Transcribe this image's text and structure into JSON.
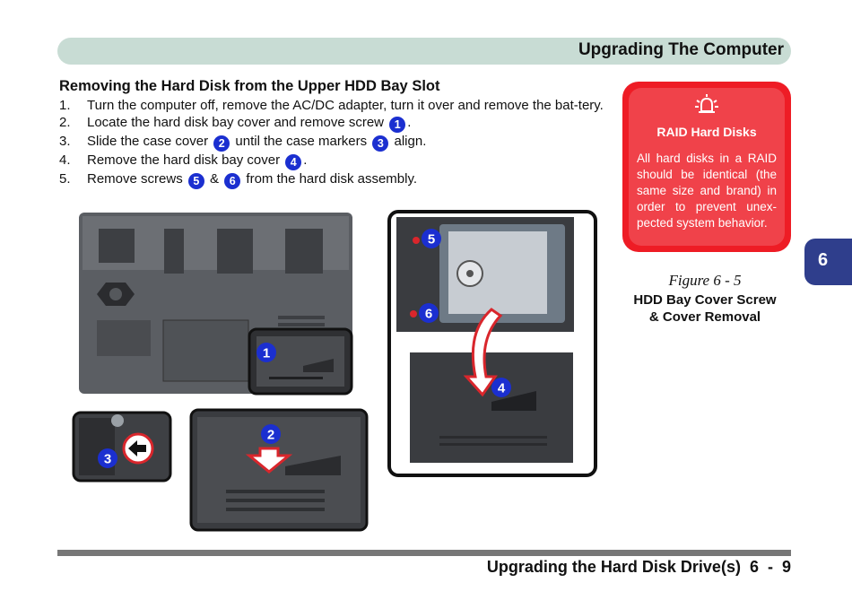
{
  "header": {
    "title": "Upgrading The Computer"
  },
  "section": {
    "title": "Removing the Hard Disk from the Upper HDD Bay Slot"
  },
  "steps": [
    {
      "num": "1.",
      "pre": "Turn the computer off, remove the AC/DC adapter, turn it over and remove the bat-tery."
    },
    {
      "num": "2.",
      "pre": "Locate the hard disk bay cover and remove screw",
      "b1": "1",
      "post": "."
    },
    {
      "num": "3.",
      "pre": "Slide the case cover",
      "b1": "2",
      "mid": "until the case markers",
      "b2": "3",
      "post": "align."
    },
    {
      "num": "4.",
      "pre": "Remove the hard disk bay cover",
      "b1": "4",
      "post": "."
    },
    {
      "num": "5.",
      "pre": "Remove screws",
      "b1": "5",
      "mid": "&",
      "b2": "6",
      "post": "from the hard disk assembly."
    }
  ],
  "note": {
    "icon": "alarm-bell-icon",
    "title": "RAID Hard Disks",
    "body": "All hard disks in a RAID should be identical (the same size and brand) in order to prevent unex-pected system behavior."
  },
  "figure": {
    "label": "Figure 6 - 5",
    "description": "HDD Bay Cover Screw & Cover Removal",
    "callouts": [
      "1",
      "2",
      "3",
      "4",
      "5",
      "6"
    ]
  },
  "chapter_tab": "6",
  "footer": {
    "text": "Upgrading the Hard Disk Drive(s)",
    "page": "6  -  9"
  },
  "colors": {
    "note_red": "#ee1c25",
    "badge_blue": "#1b2fd0",
    "tab_blue": "#2f3e8c",
    "header_green": "#c8dcd4"
  }
}
